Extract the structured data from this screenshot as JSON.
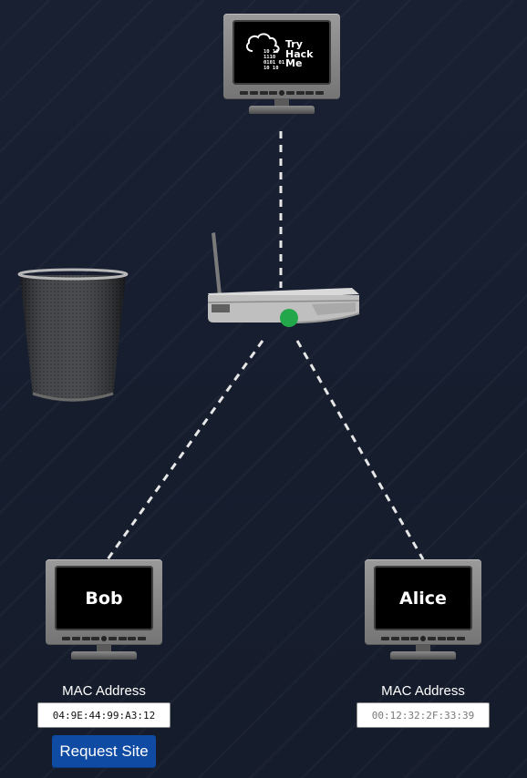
{
  "scene": {
    "server": {
      "logo_lines": [
        "Try",
        "Hack",
        "Me"
      ],
      "binary_lines": [
        "10 10",
        "1110",
        "0101 01",
        "10 10"
      ]
    },
    "router": {
      "status_color": "#22a84a"
    },
    "trash": {
      "icon": "trash-bin-icon"
    }
  },
  "bob": {
    "screen_label": "Bob",
    "mac_label": "MAC Address",
    "mac_value": "04:9E:44:99:A3:12",
    "request_button": "Request Site"
  },
  "alice": {
    "screen_label": "Alice",
    "mac_label": "MAC Address",
    "mac_value": "00:12:32:2F:33:39"
  },
  "colors": {
    "background": "#151c2b",
    "link_line": "#e6e6e6",
    "button": "#0f4aa3",
    "router_led": "#22a84a"
  }
}
